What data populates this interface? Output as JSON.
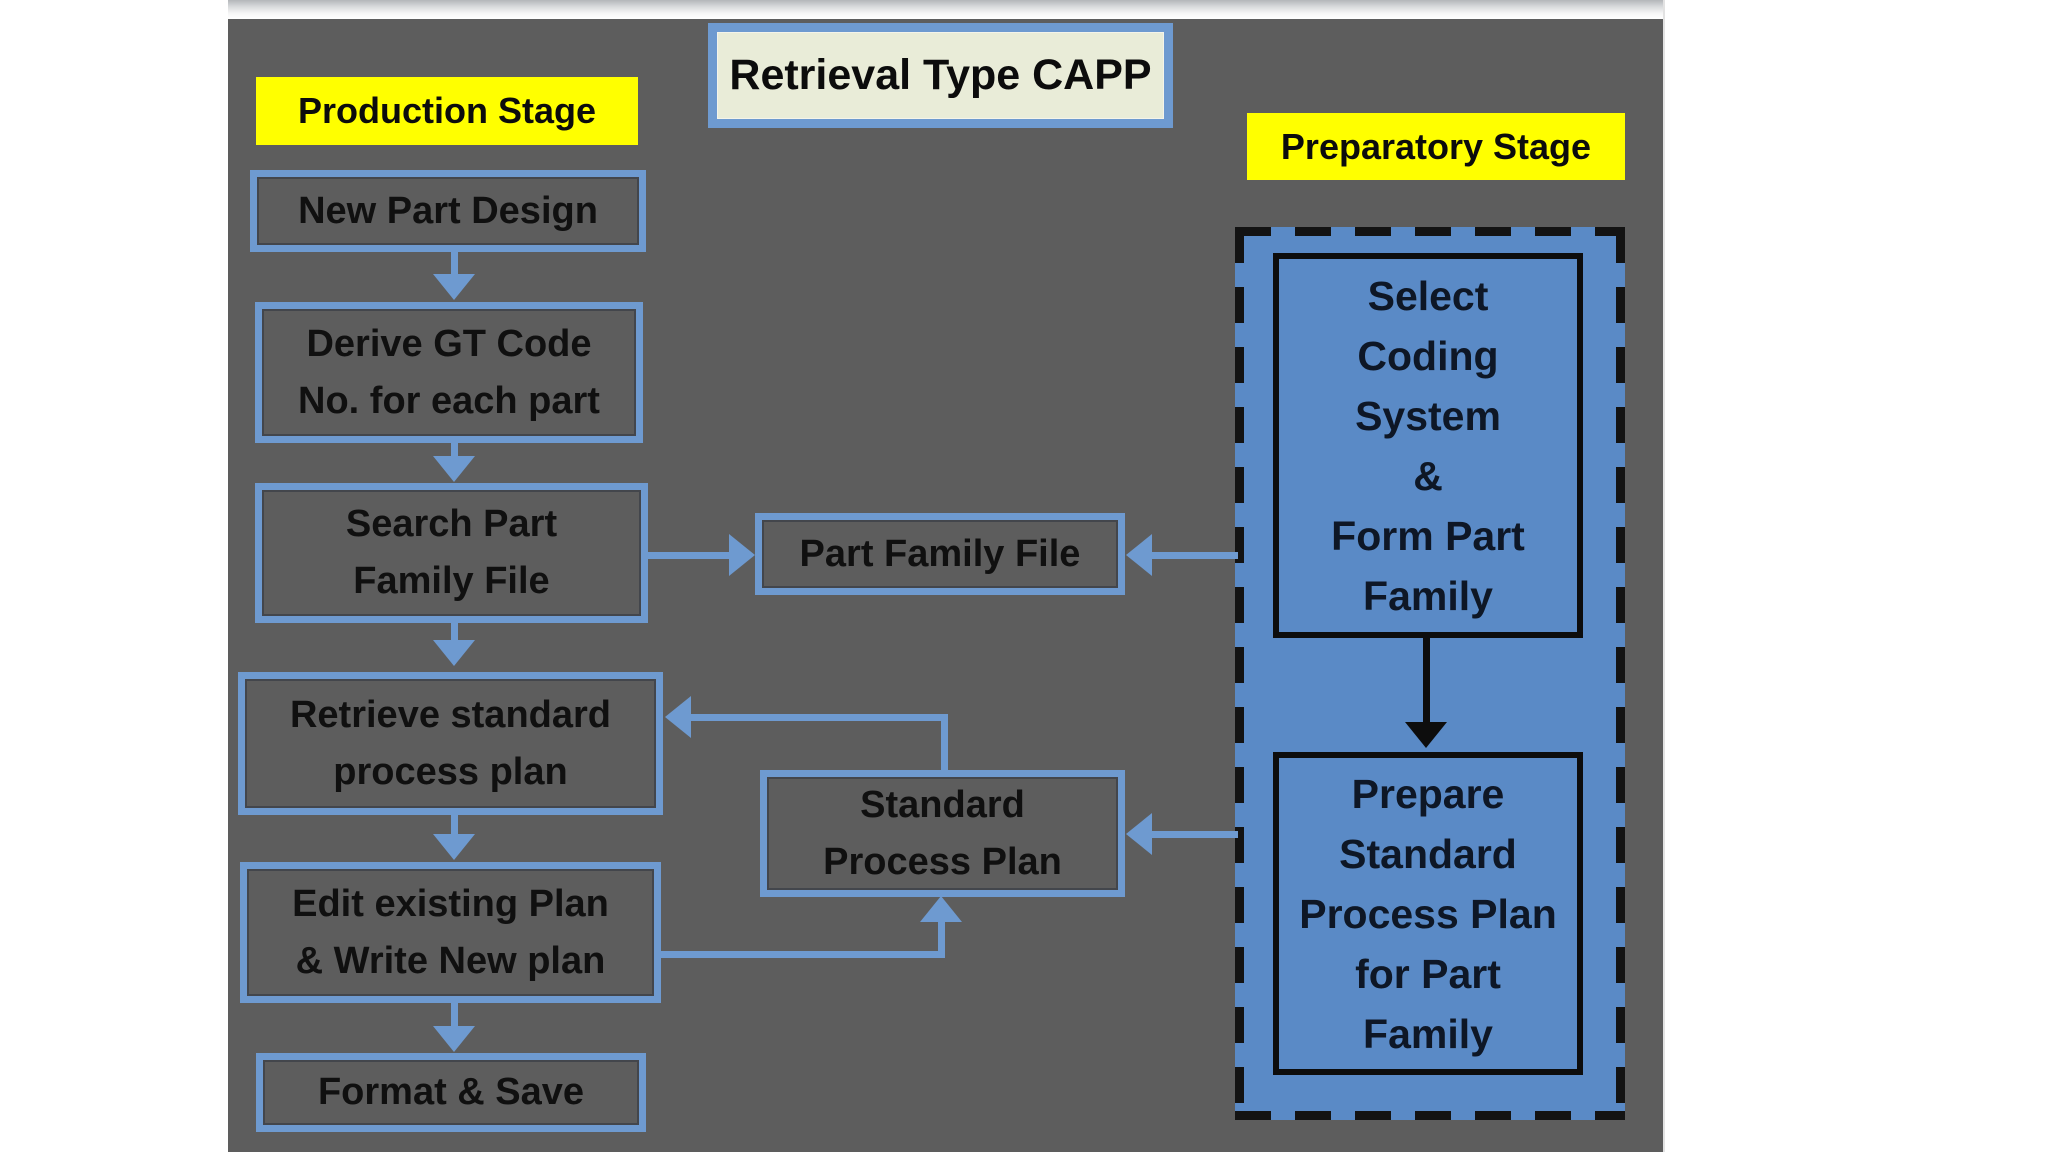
{
  "title": {
    "label": "Retrieval Type CAPP"
  },
  "stages": {
    "production": {
      "label": "Production Stage"
    },
    "preparatory": {
      "label": "Preparatory Stage"
    }
  },
  "nodes": {
    "new_part": {
      "label": "New Part Design"
    },
    "derive": {
      "label": "Derive GT Code\nNo. for each part"
    },
    "search": {
      "label": "Search Part\nFamily File"
    },
    "retrieve": {
      "label": "Retrieve standard\nprocess plan"
    },
    "edit": {
      "label": "Edit existing Plan\n& Write New plan"
    },
    "format": {
      "label": "Format & Save"
    },
    "part_family_file": {
      "label": "Part Family File"
    },
    "standard_process_plan": {
      "label": "Standard\nProcess Plan"
    },
    "select_coding": {
      "label": "Select\nCoding\nSystem\n&\nForm Part\nFamily"
    },
    "prepare_standard": {
      "label": "Prepare\nStandard\nProcess Plan\nfor Part\nFamily"
    }
  },
  "colors": {
    "slide-bg": "#5d5d5d",
    "accent-blue": "#6e9ad0",
    "fill-blue": "#5a8ac6",
    "stage-yellow": "#ffff00",
    "title-fill": "#e9ecd8",
    "ink": "#131313"
  }
}
